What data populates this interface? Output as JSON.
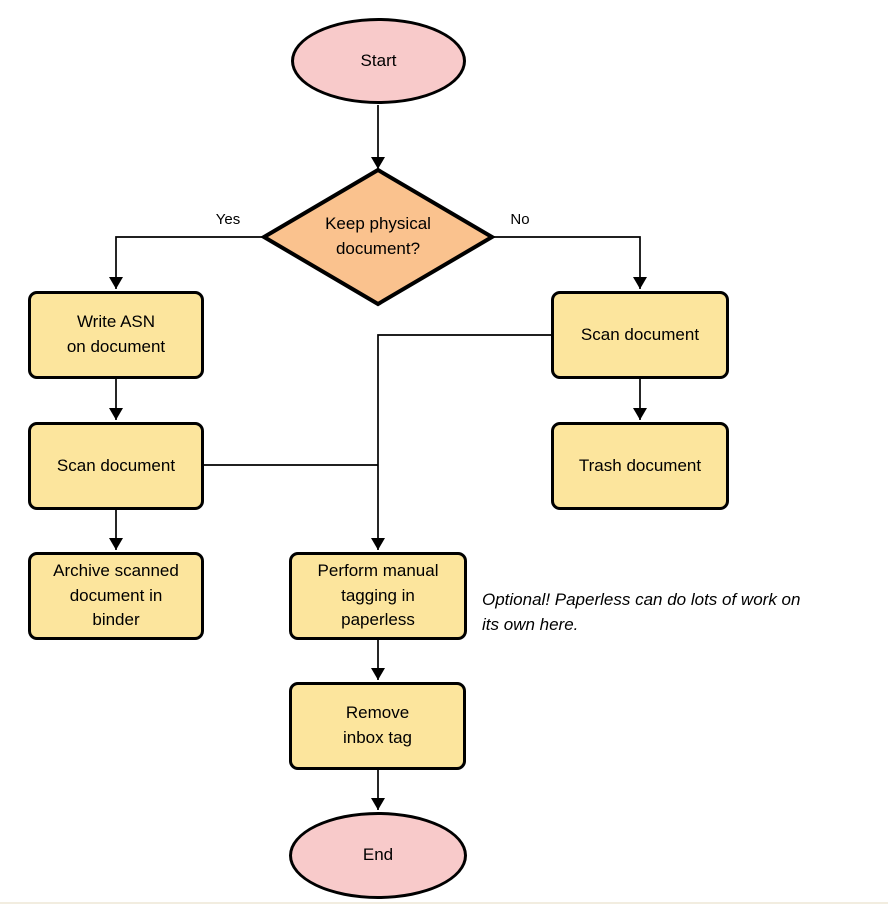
{
  "colors": {
    "background": "#FFFFFF",
    "terminator_fill": "#F8CACA",
    "decision_fill": "#FAC28E",
    "process_fill": "#FCE59D",
    "stroke": "#000000",
    "bottom_rule": "#F2EDE0"
  },
  "diagram": {
    "nodes": {
      "start": {
        "label": "Start",
        "type": "terminator"
      },
      "decision": {
        "label": "Keep physical\ndocument?",
        "type": "decision"
      },
      "write_asn": {
        "label": "Write ASN\non document",
        "type": "process"
      },
      "scan_left": {
        "label": "Scan document",
        "type": "process"
      },
      "archive": {
        "label": "Archive scanned\ndocument in\nbinder",
        "type": "process"
      },
      "scan_right": {
        "label": "Scan document",
        "type": "process"
      },
      "trash": {
        "label": "Trash document",
        "type": "process"
      },
      "tagging": {
        "label": "Perform manual\ntagging in\npaperless",
        "type": "process"
      },
      "remove_inbox": {
        "label": "Remove\ninbox tag",
        "type": "process"
      },
      "end": {
        "label": "End",
        "type": "terminator"
      }
    },
    "edge_labels": {
      "yes": "Yes",
      "no": "No"
    },
    "annotation": "Optional! Paperless can do lots of work on\nits own here."
  }
}
